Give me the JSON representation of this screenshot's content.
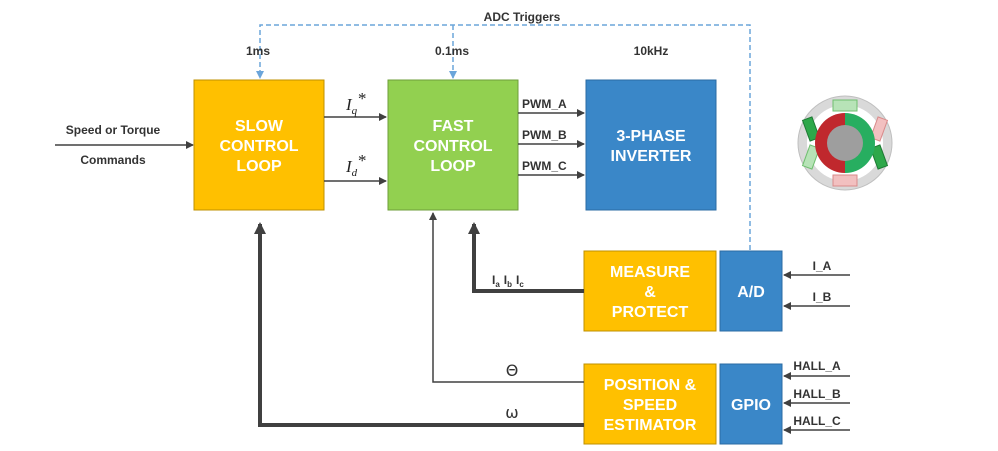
{
  "colors": {
    "orange": "#FFC000",
    "green": "#92D050",
    "blue": "#3A87C8",
    "line": "#404040",
    "dashed": "#6BA5DA"
  },
  "adc_triggers": "ADC Triggers",
  "rates": {
    "slow": "1ms",
    "fast": "0.1ms",
    "inverter": "10kHz"
  },
  "input": {
    "line1": "Speed or Torque",
    "line2": "Commands"
  },
  "blocks": {
    "slow": [
      "SLOW",
      "CONTROL",
      "LOOP"
    ],
    "fast": [
      "FAST",
      "CONTROL",
      "LOOP"
    ],
    "inverter": [
      "3-PHASE",
      "INVERTER"
    ],
    "measure": [
      "MEASURE",
      "&",
      "PROTECT"
    ],
    "ad": "A/D",
    "position": [
      "POSITION &",
      "SPEED",
      "ESTIMATOR"
    ],
    "gpio": "GPIO"
  },
  "signals": {
    "iq": "I",
    "iq_sub": "q",
    "id": "I",
    "id_sub": "d",
    "star": "*",
    "pwm": [
      "PWM_A",
      "PWM_B",
      "PWM_C"
    ],
    "currents": {
      "a": "I",
      "a_sub": "a",
      "b": "I",
      "b_sub": "b",
      "c": "I",
      "c_sub": "c"
    },
    "theta": "Θ",
    "omega": "ω",
    "adc_inputs": [
      "I_A",
      "I_B"
    ],
    "hall_inputs": [
      "HALL_A",
      "HALL_B",
      "HALL_C"
    ]
  },
  "icons": {
    "motor": "motor-cross-section-icon"
  }
}
